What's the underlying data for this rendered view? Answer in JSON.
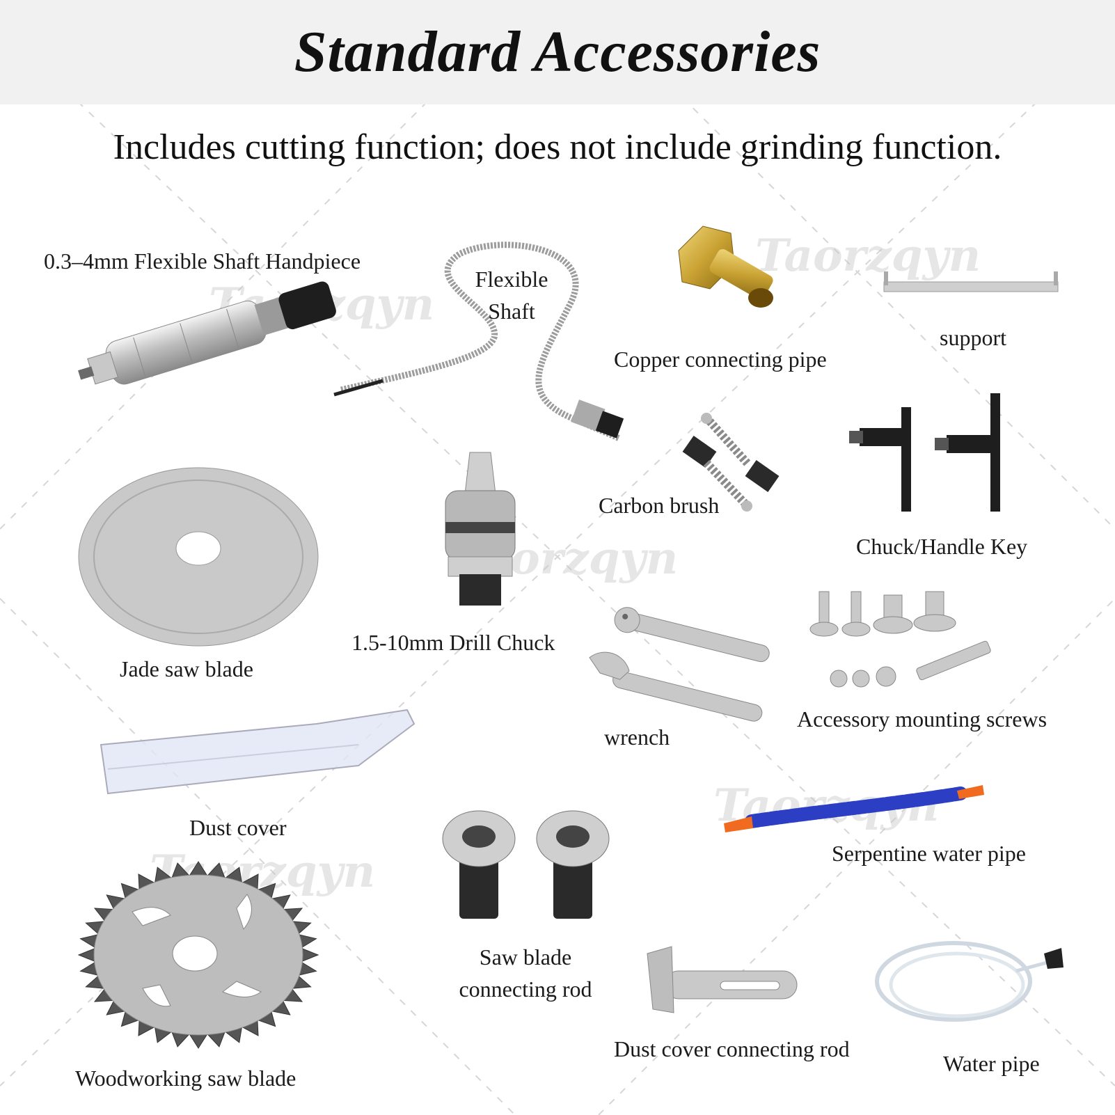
{
  "header": {
    "title": "Standard Accessories",
    "subtitle": "Includes cutting function; does not include grinding function."
  },
  "watermark": "Taorzqyn",
  "items": {
    "handpiece": {
      "label": "0.3–4mm Flexible Shaft Handpiece"
    },
    "flexible_shaft": {
      "label_line1": "Flexible",
      "label_line2": "Shaft"
    },
    "copper_pipe": {
      "label": "Copper connecting pipe"
    },
    "support": {
      "label": "support"
    },
    "carbon_brush": {
      "label": "Carbon brush"
    },
    "chuck_key": {
      "label": "Chuck/Handle Key"
    },
    "jade_blade": {
      "label": "Jade saw blade"
    },
    "drill_chuck": {
      "label": "1.5-10mm Drill Chuck"
    },
    "wrench": {
      "label": "wrench"
    },
    "mounting_screws": {
      "label": "Accessory mounting screws"
    },
    "dust_cover": {
      "label": "Dust cover"
    },
    "serpentine_pipe": {
      "label": "Serpentine water pipe"
    },
    "saw_rod": {
      "label_line1": "Saw blade",
      "label_line2": "connecting rod"
    },
    "wood_blade": {
      "label": "Woodworking saw blade"
    },
    "dust_cover_rod": {
      "label": "Dust cover connecting rod"
    },
    "water_pipe": {
      "label": "Water pipe"
    }
  }
}
